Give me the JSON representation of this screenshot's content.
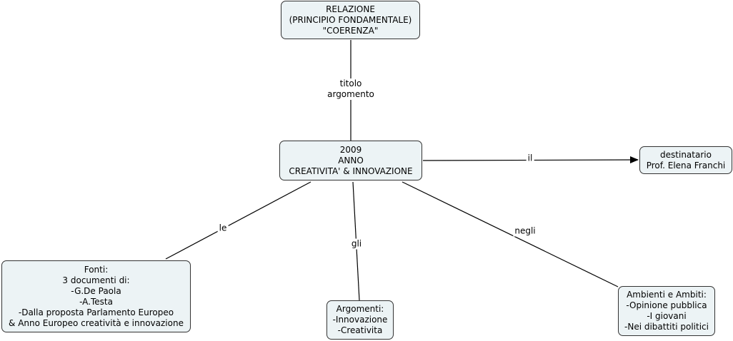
{
  "colors": {
    "node_fill": "#ecf3f5",
    "node_border": "#333333",
    "line": "#000000",
    "background": "#ffffff"
  },
  "nodes": {
    "relazione": "RELAZIONE\n(PRINCIPIO FONDAMENTALE)\n\"COERENZA\"",
    "center": "2009\nANNO\nCREATIVITA' & INNOVAZIONE",
    "destinatario": "destinatario\nProf. Elena Franchi",
    "fonti": "Fonti:\n3 documenti di:\n-G.De Paola\n-A.Testa\n-Dalla proposta Parlamento Europeo\n& Anno Europeo creatività e innovazione",
    "argomenti": "Argomenti:\n-Innovazione\n-Creativita",
    "ambienti": "Ambienti e Ambiti:\n-Opinione pubblica\n-I giovani\n-Nei dibattiti politici"
  },
  "links": {
    "titolo": "titolo\nargomento",
    "il": "il",
    "le": "le",
    "gli": "gli",
    "negli": "negli"
  }
}
